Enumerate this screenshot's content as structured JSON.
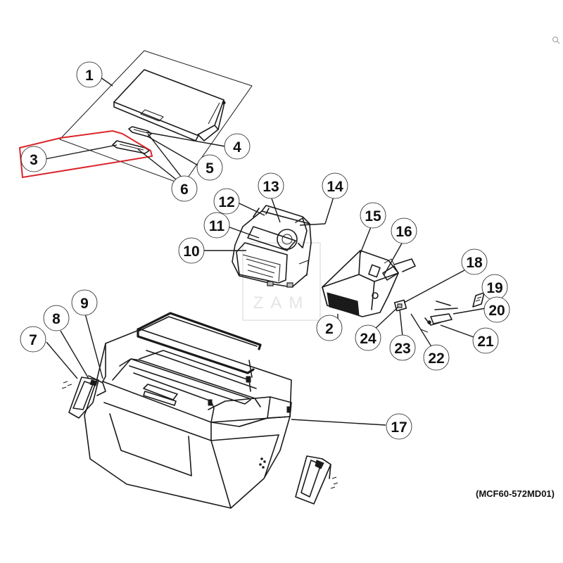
{
  "colors": {
    "highlight": "#d9262b",
    "line": "#1a1a1a",
    "watermark": "#d8d8d8"
  },
  "icons": {
    "corner": "magnifier-icon"
  },
  "watermark": {
    "text": "ZAM"
  },
  "callouts": {
    "c1": "1",
    "c2": "2",
    "c3": "3",
    "c4": "4",
    "c5": "5",
    "c6": "6",
    "c7": "7",
    "c8": "8",
    "c9": "9",
    "c10": "10",
    "c11": "11",
    "c12": "12",
    "c13": "13",
    "c14": "14",
    "c15": "15",
    "c16": "16",
    "c17": "17",
    "c18": "18",
    "c19": "19",
    "c20": "20",
    "c21": "21",
    "c22": "22",
    "c23": "23",
    "c24": "24"
  },
  "model_code": "(MCF60-572MD01)"
}
